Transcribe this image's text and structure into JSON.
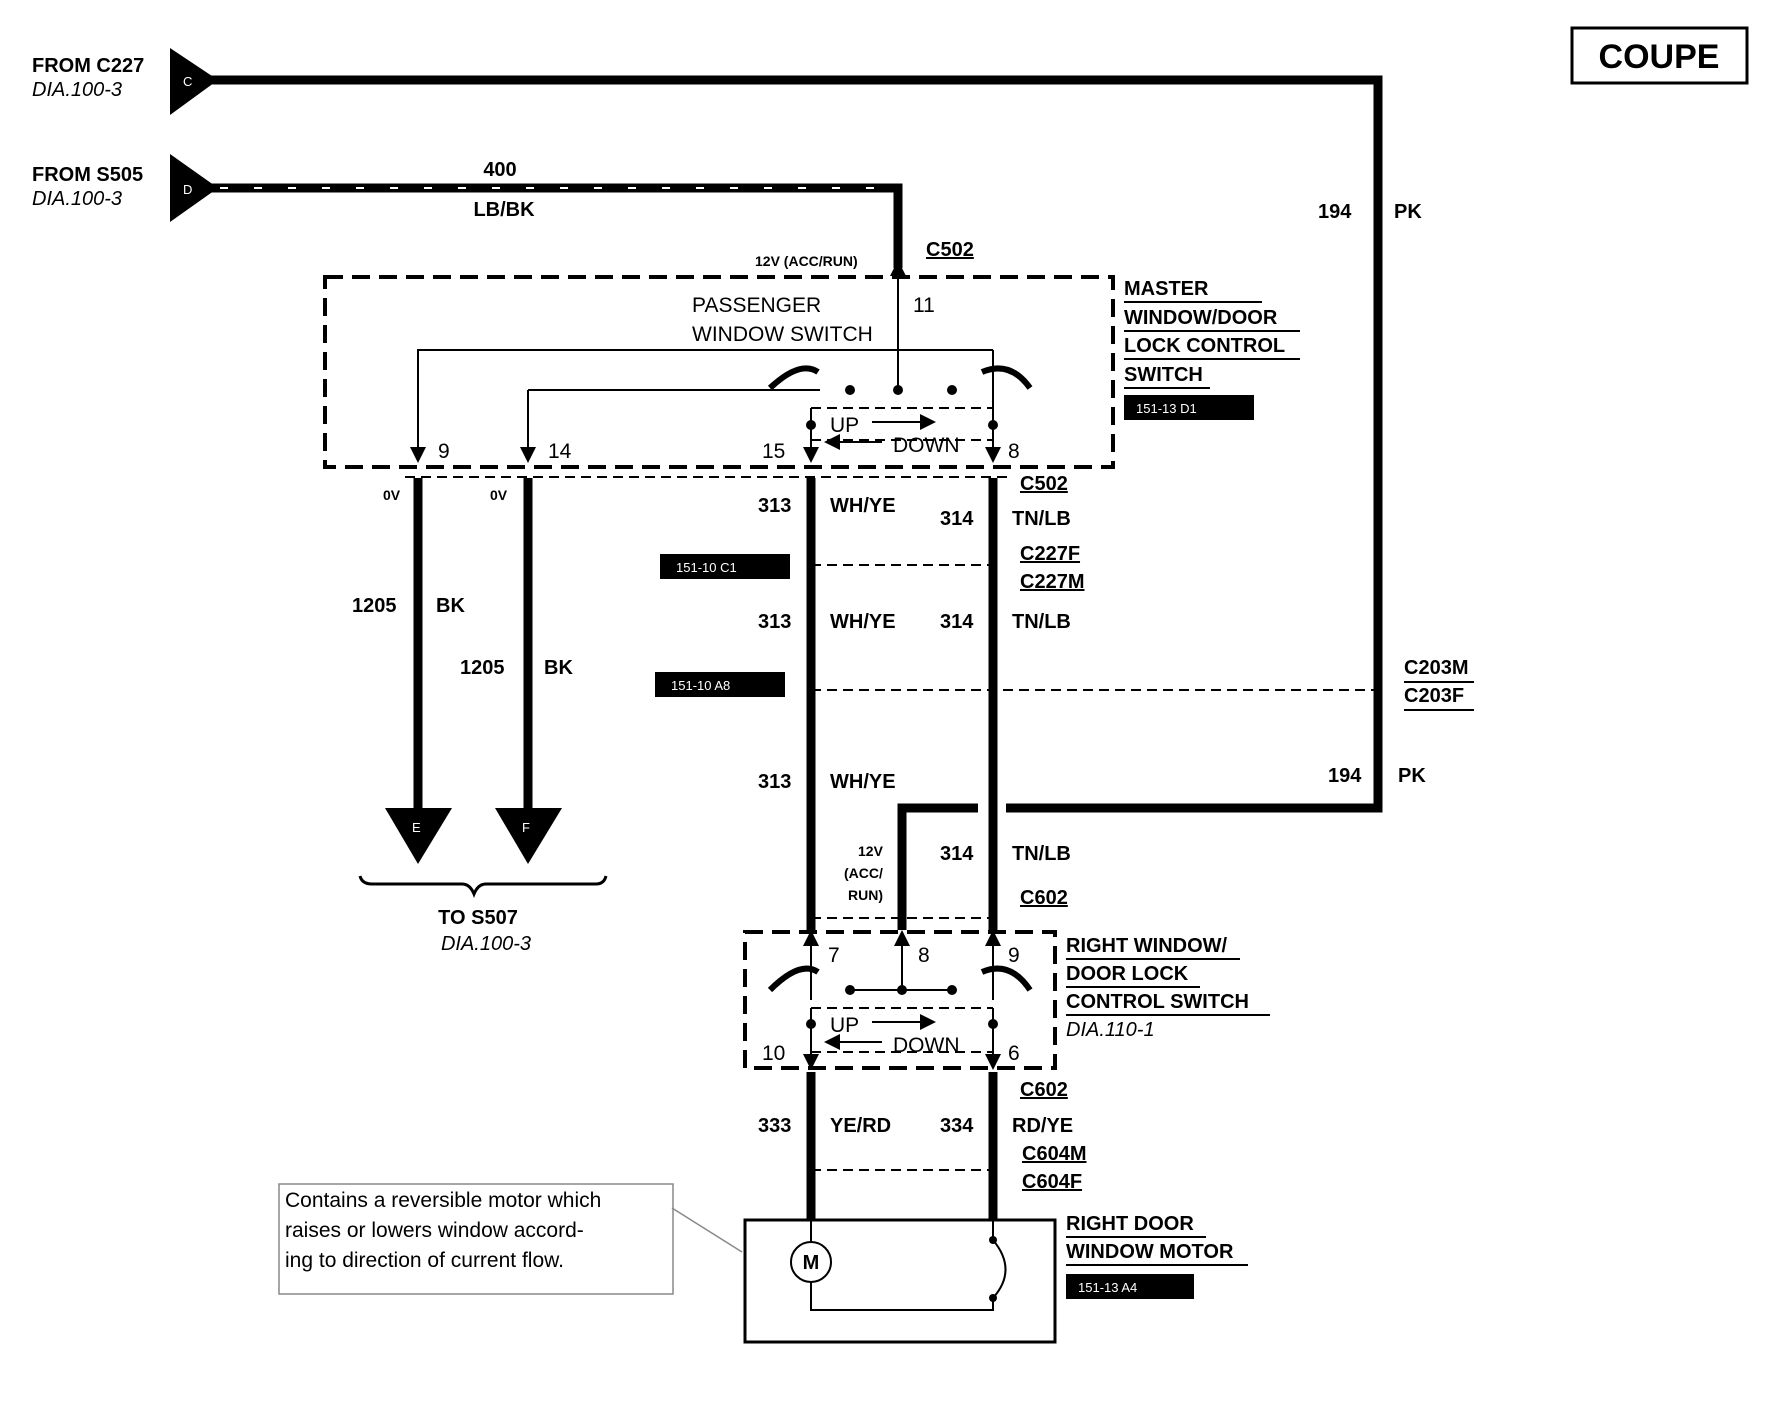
{
  "badge": "COUPE",
  "sources": [
    {
      "from": "FROM C227",
      "dia": "DIA.100-3",
      "pin": "C"
    },
    {
      "from": "FROM S505",
      "dia": "DIA.100-3",
      "pin": "D"
    }
  ],
  "wires": {
    "w400_num": "400",
    "w400_color": "LB/BK",
    "w194_num": "194",
    "w194_color": "PK",
    "w313_num": "313",
    "w313_color": "WH/YE",
    "w314_num": "314",
    "w314_color": "TN/LB",
    "w1205_num": "1205",
    "w1205_color": "BK",
    "w333_num": "333",
    "w333_color": "YE/RD",
    "w334_num": "334",
    "w334_color": "RD/YE"
  },
  "master": {
    "volt_label": "12V (ACC/RUN)",
    "connector": "C502",
    "title_lines": [
      "MASTER",
      "WINDOW/DOOR",
      "LOCK CONTROL",
      "SWITCH"
    ],
    "ref": "151-13 D1",
    "sub_lines": [
      "PASSENGER",
      "WINDOW SWITCH"
    ],
    "pins": {
      "p11": "11",
      "p9": "9",
      "p14": "14",
      "p15": "15",
      "p8": "8"
    },
    "up": "UP",
    "down": "DOWN",
    "zero_v": "0V"
  },
  "connectors": {
    "c502": "C502",
    "c227f": "C227F",
    "c227m": "C227M",
    "c203m": "C203M",
    "c203f": "C203F",
    "c602": "C602",
    "c604m": "C604M",
    "c604f": "C604F"
  },
  "refs": {
    "r1": "151-10 C1",
    "r2": "151-10 A8",
    "r3": "151-13 A4"
  },
  "grounds": {
    "e": "E",
    "f": "F",
    "to": "TO S507",
    "dia": "DIA.100-3"
  },
  "right_switch": {
    "volt_lines": [
      "12V",
      "(ACC/",
      "RUN)"
    ],
    "title_lines": [
      "RIGHT WINDOW/",
      "DOOR LOCK",
      "CONTROL SWITCH"
    ],
    "dia": "DIA.110-1",
    "pins": {
      "p7": "7",
      "p8": "8",
      "p9": "9",
      "p10": "10",
      "p6": "6"
    },
    "up": "UP",
    "down": "DOWN"
  },
  "motor": {
    "title_lines": [
      "RIGHT DOOR",
      "WINDOW MOTOR"
    ],
    "symbol": "M"
  },
  "note": {
    "lines": [
      "Contains a reversible motor which",
      "raises or lowers window accord-",
      "ing to direction of current flow."
    ]
  }
}
